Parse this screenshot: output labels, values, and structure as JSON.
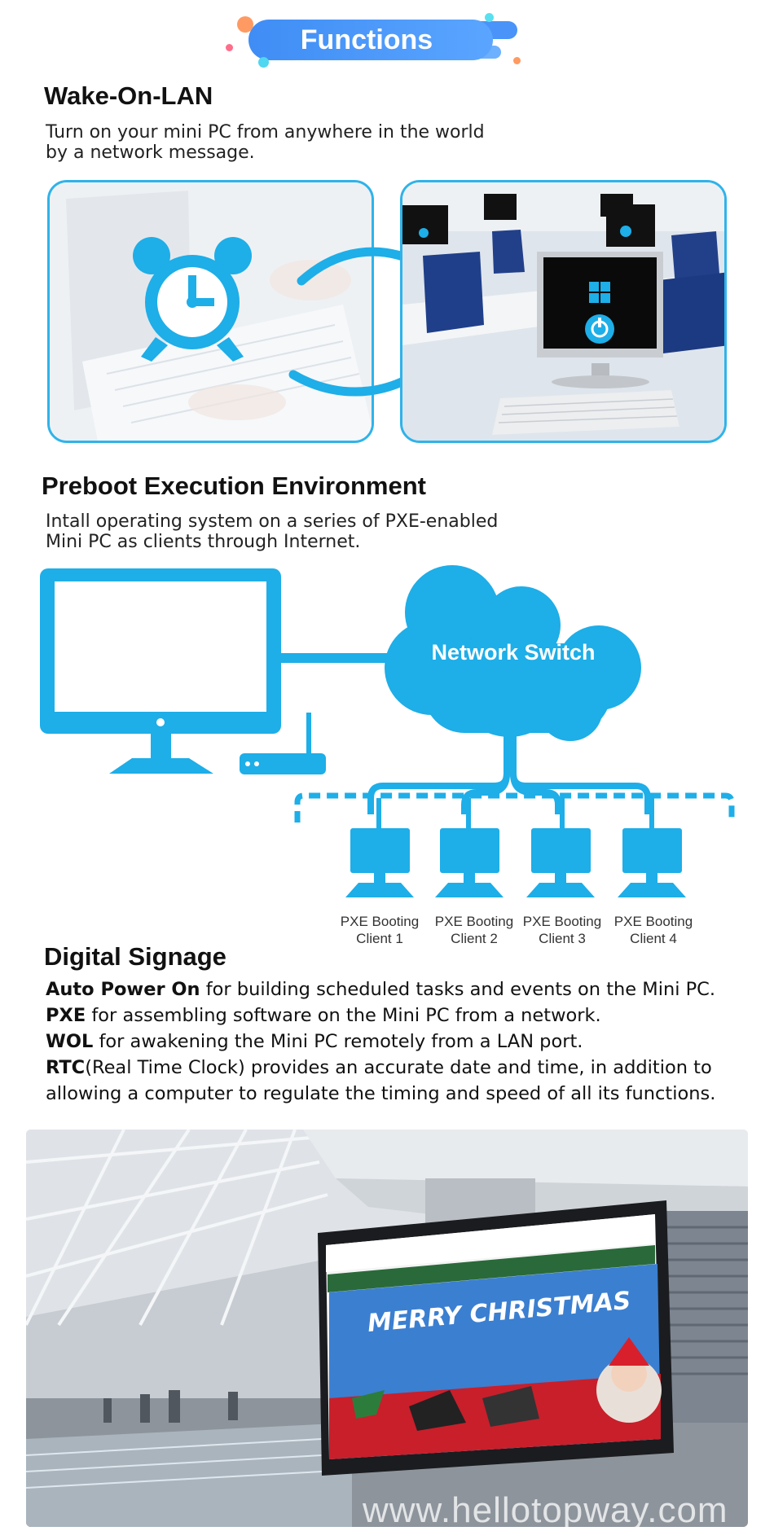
{
  "banner": {
    "title": "Functions"
  },
  "wol": {
    "heading": "Wake-On-LAN",
    "desc_line1": "Turn on your mini PC from anywhere in the world",
    "desc_line2": "by a network message."
  },
  "pxe": {
    "heading": "Preboot Execution Environment",
    "desc_line1": "Intall operating system on a series of PXE-enabled",
    "desc_line2": "Mini PC as clients through Internet.",
    "cloud_label": "Network Switch",
    "clients": [
      {
        "line1": "PXE Booting",
        "line2": "Client 1"
      },
      {
        "line1": "PXE Booting",
        "line2": "Client 2"
      },
      {
        "line1": "PXE Booting",
        "line2": "Client 3"
      },
      {
        "line1": "PXE Booting",
        "line2": "Client 4"
      }
    ]
  },
  "signage": {
    "heading": "Digital Signage",
    "items": [
      {
        "bold": "Auto Power On",
        "text": " for building scheduled tasks and events on the Mini PC."
      },
      {
        "bold": "PXE",
        "text": " for assembling software on the Mini PC from a network."
      },
      {
        "bold": "WOL",
        "text": " for awakening the Mini PC remotely from a LAN port."
      },
      {
        "bold": "RTC",
        "text": "(Real Time Clock) provides an accurate date and time, in addition to"
      }
    ],
    "last_line": "allowing a computer to regulate the timing and speed of all its functions.",
    "screen_headline": "MERRY CHRISTMAS"
  },
  "watermark": "www.hellotopway.com",
  "colors": {
    "accent": "#1eaee8",
    "banner": "#4a93f8"
  }
}
